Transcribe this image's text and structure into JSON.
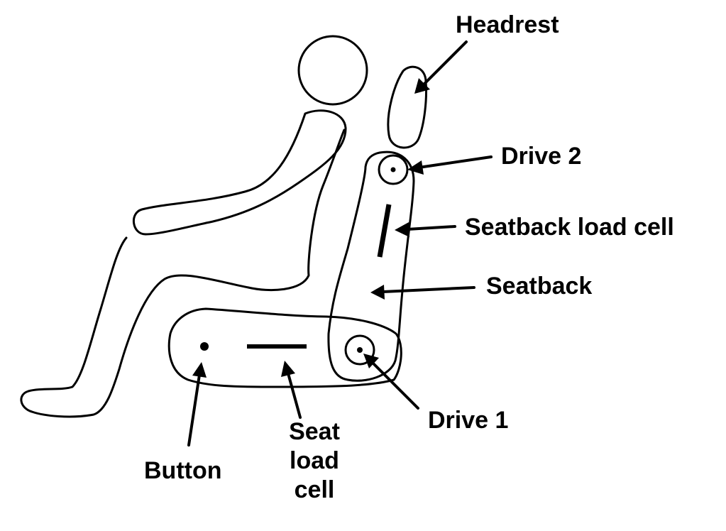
{
  "diagram": {
    "labels": {
      "headrest": "Headrest",
      "drive2": "Drive 2",
      "seatback_load_cell": "Seatback load cell",
      "seatback": "Seatback",
      "drive1": "Drive 1",
      "button": "Button",
      "seat_load_cell": [
        "Seat",
        "load",
        "cell"
      ]
    },
    "colors": {
      "stroke": "#000000",
      "background": "#ffffff"
    }
  }
}
